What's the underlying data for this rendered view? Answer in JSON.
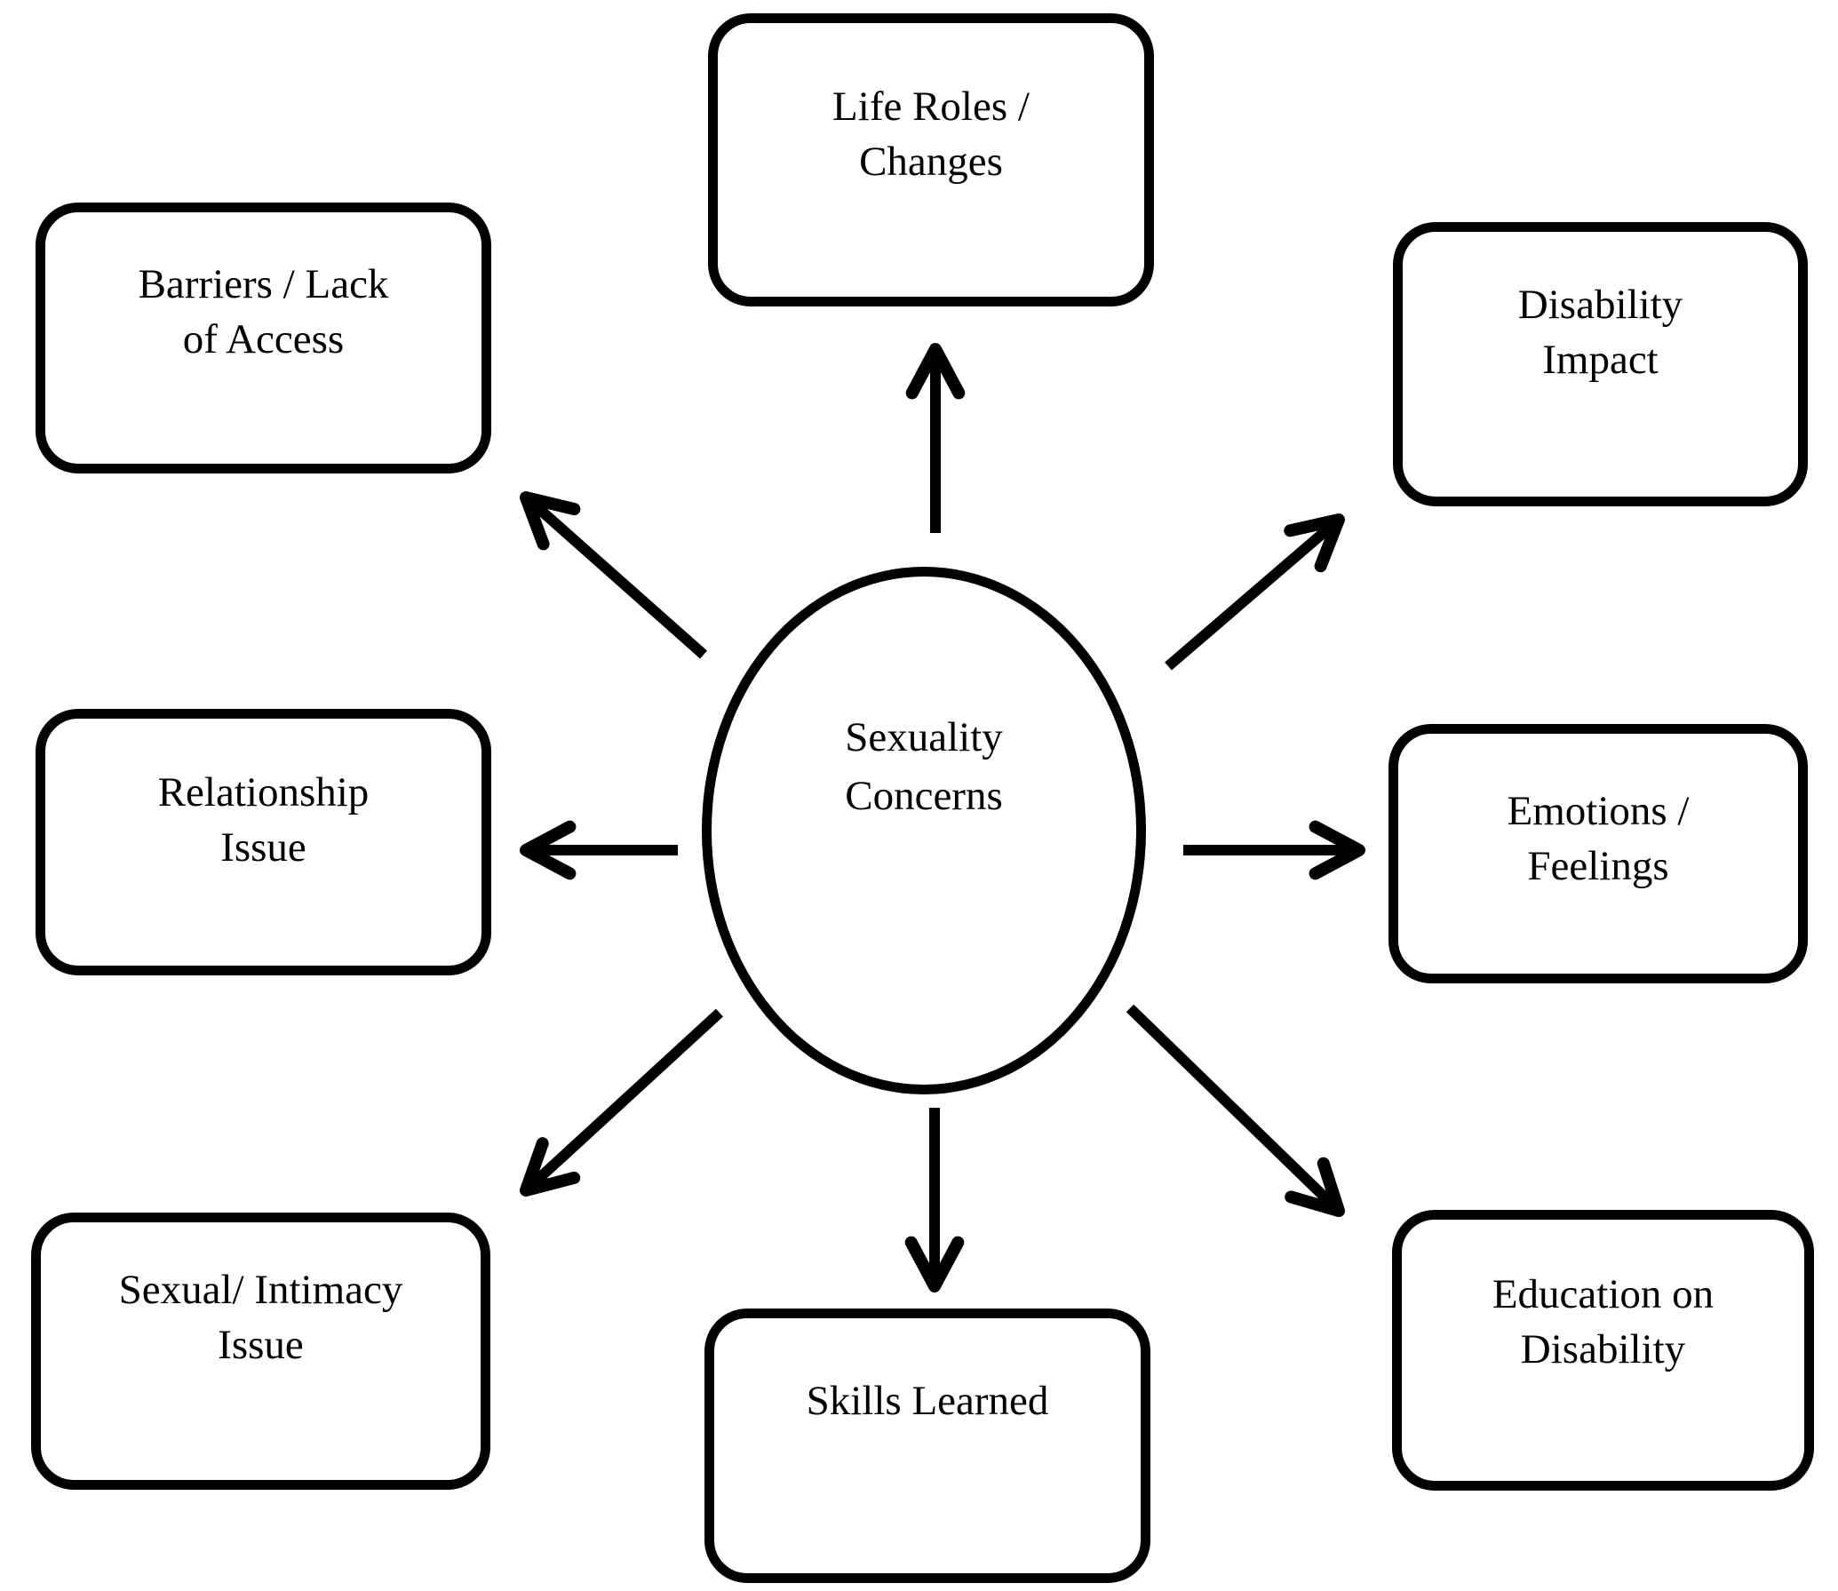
{
  "diagram": {
    "center_node": {
      "id": "sexuality-concerns",
      "shape": "ellipse",
      "lines": [
        "Sexuality",
        "Concerns"
      ]
    },
    "nodes": [
      {
        "id": "life-roles-changes",
        "position": "top-center",
        "lines": [
          "Life Roles /",
          "Changes"
        ]
      },
      {
        "id": "barriers-lack-of-access",
        "position": "top-left",
        "lines": [
          "Barriers / Lack",
          "of Access"
        ]
      },
      {
        "id": "disability-impact",
        "position": "top-right",
        "lines": [
          "Disability",
          "Impact"
        ]
      },
      {
        "id": "relationship-issue",
        "position": "middle-left",
        "lines": [
          "Relationship",
          "Issue"
        ]
      },
      {
        "id": "emotions-feelings",
        "position": "middle-right",
        "lines": [
          "Emotions /",
          "Feelings"
        ]
      },
      {
        "id": "sexual-intimacy-issue",
        "position": "bottom-left",
        "lines": [
          "Sexual/ Intimacy",
          "Issue"
        ]
      },
      {
        "id": "skills-learned",
        "position": "bottom-center",
        "lines": [
          "Skills Learned"
        ]
      },
      {
        "id": "education-on-disability",
        "position": "bottom-right",
        "lines": [
          "Education on",
          "Disability"
        ]
      }
    ],
    "edges": [
      {
        "from": "sexuality-concerns",
        "to": "life-roles-changes",
        "direction": "up"
      },
      {
        "from": "sexuality-concerns",
        "to": "barriers-lack-of-access",
        "direction": "up-left"
      },
      {
        "from": "sexuality-concerns",
        "to": "relationship-issue",
        "direction": "left"
      },
      {
        "from": "sexuality-concerns",
        "to": "sexual-intimacy-issue",
        "direction": "down-left"
      },
      {
        "from": "sexuality-concerns",
        "to": "skills-learned",
        "direction": "down"
      },
      {
        "from": "sexuality-concerns",
        "to": "education-on-disability",
        "direction": "down-right"
      },
      {
        "from": "sexuality-concerns",
        "to": "emotions-feelings",
        "direction": "right"
      },
      {
        "from": "sexuality-concerns",
        "to": "disability-impact",
        "direction": "up-right"
      }
    ]
  },
  "colors": {
    "ink": "#000000",
    "background": "#ffffff"
  }
}
